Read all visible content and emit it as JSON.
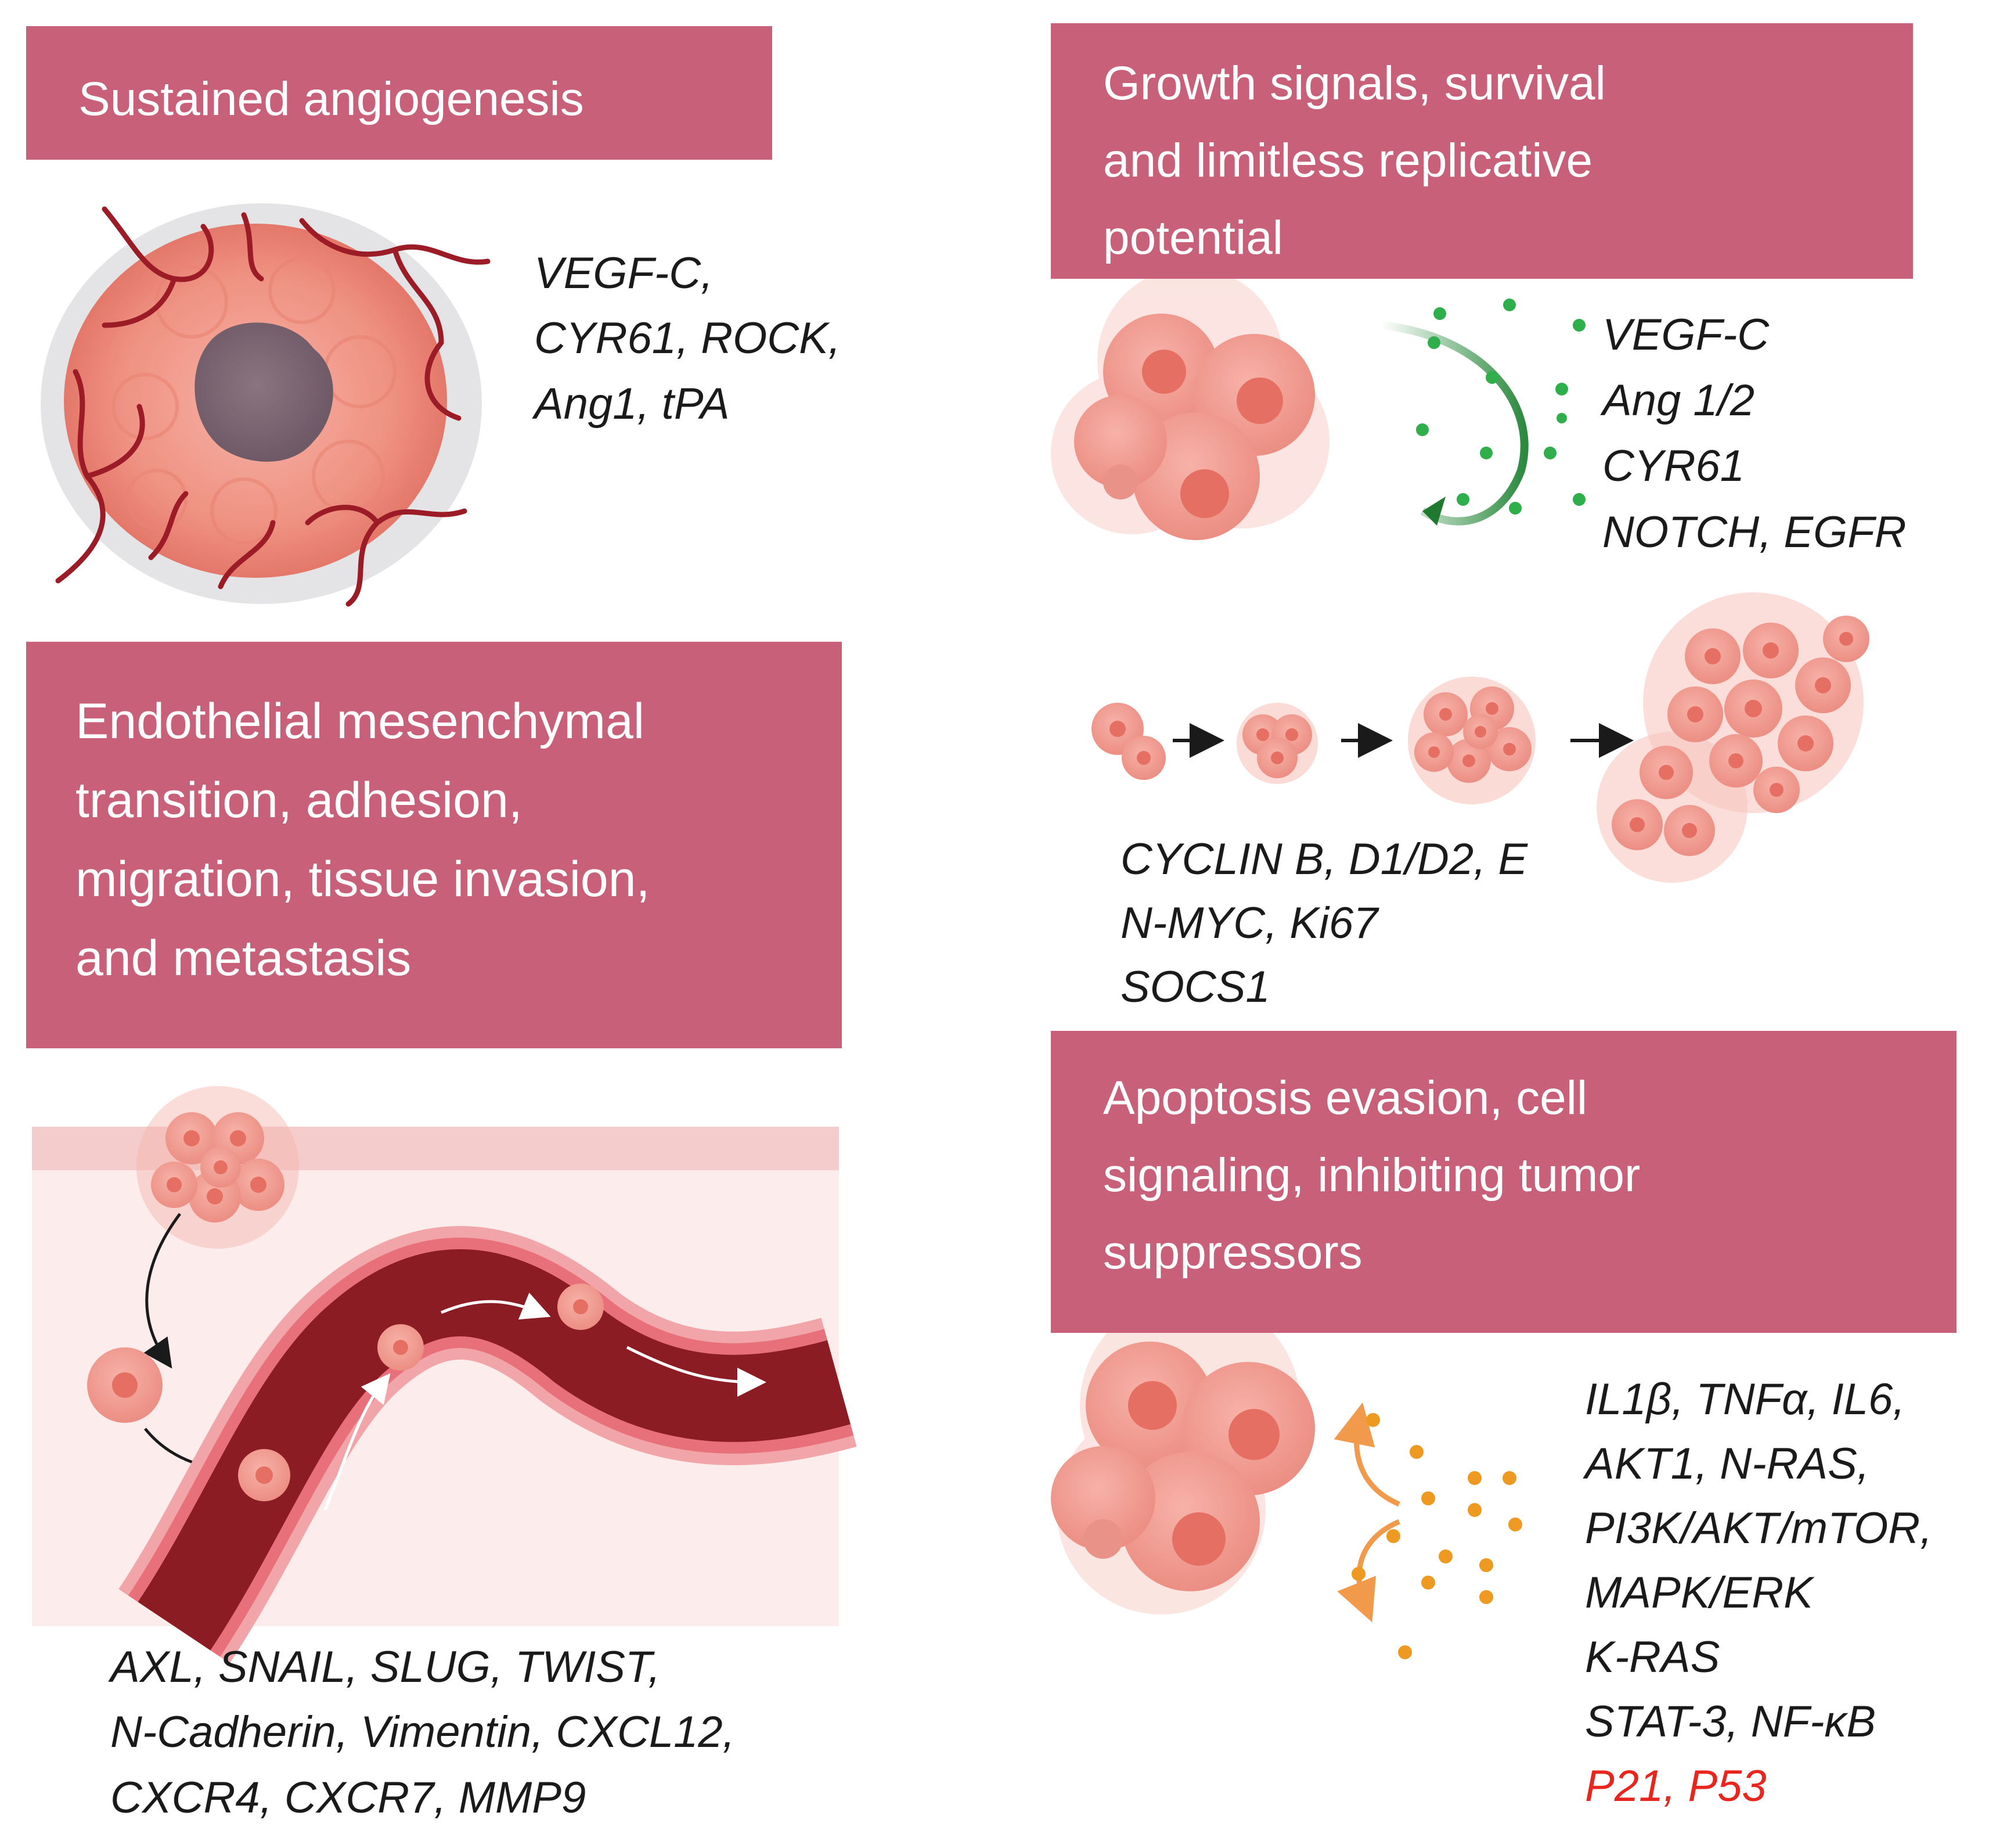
{
  "panels": {
    "angiogenesis": {
      "title": "Sustained angiogenesis",
      "genes": [
        "VEGF-C,",
        "CYR61, ROCK,",
        "Ang1, tPA"
      ]
    },
    "growth": {
      "title_lines": [
        "Growth signals,  survival",
        "and limitless replicative",
        "potential"
      ],
      "genes": [
        "VEGF-C",
        "Ang 1/2",
        "CYR61",
        "NOTCH, EGFR"
      ]
    },
    "proliferation": {
      "genes": [
        "CYCLIN B, D1/D2,  E",
        "N-MYC, Ki67",
        "SOCS1"
      ]
    },
    "emt": {
      "title_lines": [
        "Endothelial mesenchymal",
        "transition, adhesion,",
        "migration, tissue invasion,",
        "and metastasis"
      ],
      "genes": [
        "AXL, SNAIL, SLUG, TWIST,",
        "N-Cadherin, Vimentin, CXCL12,",
        "CXCR4, CXCR7, MMP9"
      ]
    },
    "apoptosis": {
      "title_lines": [
        "Apoptosis evasion, cell",
        "signaling, inhibiting tumor",
        "suppressors"
      ],
      "genes": [
        "IL1β, TNFα, IL6,",
        "AKT1, N-RAS,",
        "PI3K/AKT/mTOR,",
        "MAPK/ERK",
        "K-RAS",
        "STAT-3,  NF-κB"
      ],
      "genes_highlight": "P21, P53"
    }
  },
  "colors": {
    "panel": "#c8607a",
    "highlight": "#e8261e",
    "cell": "#f19c92",
    "vessel": "#8b1c23",
    "growth_factor": "#2fae4c",
    "cytokine": "#ee9a22"
  }
}
